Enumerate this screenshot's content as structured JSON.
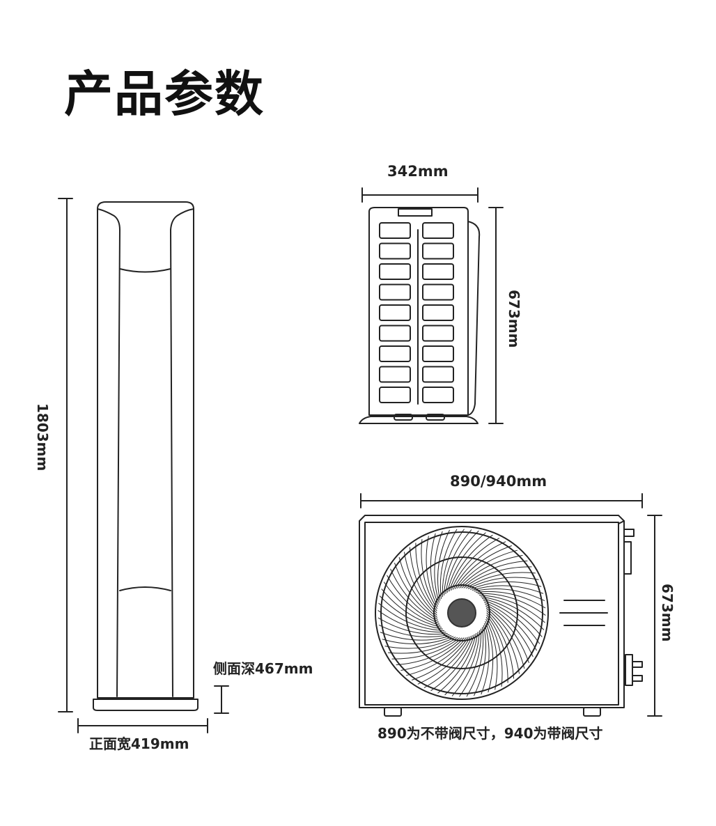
{
  "title": "产品参数",
  "indoor_unit": {
    "height_label": "1803mm",
    "width_label": "正面宽419mm",
    "depth_label": "侧面深467mm"
  },
  "outdoor_side": {
    "width_label": "342mm",
    "height_label": "673mm"
  },
  "outdoor_front": {
    "width_label": "890/940mm",
    "height_label": "673mm",
    "note": "890为不带阀尺寸，940为带阀尺寸"
  }
}
